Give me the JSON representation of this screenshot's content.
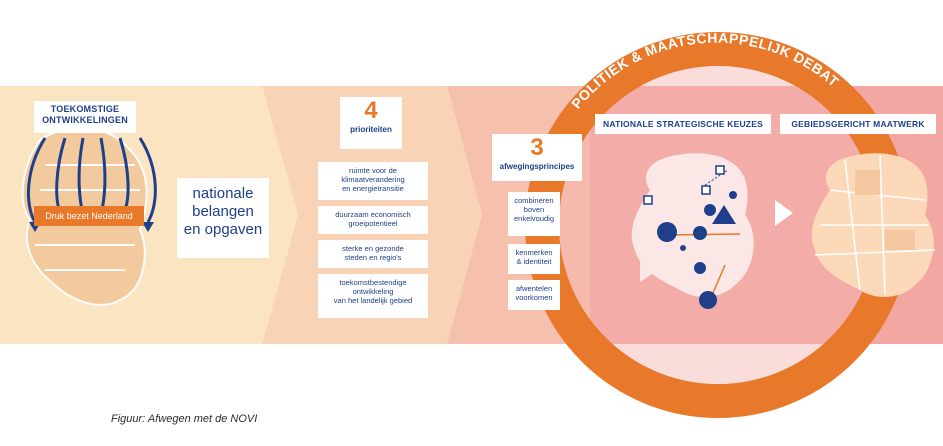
{
  "stage1": {
    "title_line1": "TOEKOMSTIGE",
    "title_line2": "ONTWIKKELINGEN",
    "pressure_label": "Druk bezet Nederland"
  },
  "stage2": {
    "line1": "nationale",
    "line2": "belangen",
    "line3": "en opgaven"
  },
  "stage3": {
    "number": "4",
    "label": "prioriteiten",
    "items": [
      {
        "l1": "ruimte voor de",
        "l2": "klimaatverandering",
        "l3": "en energietransitie"
      },
      {
        "l1": "duurzaam economisch",
        "l2": "groeipotentieel",
        "l3": ""
      },
      {
        "l1": "sterke en gezonde",
        "l2": "steden en regio's",
        "l3": ""
      },
      {
        "l1": "toekomstbestendige",
        "l2": "ontwikkeling",
        "l3": "van het landelijk gebied"
      }
    ]
  },
  "stage4": {
    "number": "3",
    "label": "afwegingsprincipes",
    "items": [
      {
        "l1": "combineren",
        "l2": "boven",
        "l3": "enkelvoudig"
      },
      {
        "l1": "kenmerken",
        "l2": "& identiteit",
        "l3": ""
      },
      {
        "l1": "afwentelen",
        "l2": "voorkomen",
        "l3": ""
      }
    ]
  },
  "ring": {
    "arc_text": "POLITIEK & MAATSCHAPPELIJK DEBAT",
    "left_header": "NATIONALE STRATEGISCHE KEUZES",
    "right_header": "GEBIEDSGERICHT MAATWERK"
  },
  "caption": "Figuur: Afwegen met de NOVI",
  "colors": {
    "band1": "#fbe4c2",
    "band2": "#f9d3b6",
    "band3": "#f6c0ae",
    "band4": "#f2a7a2",
    "ring": "#e8782a",
    "navy": "#1e3f8a"
  }
}
